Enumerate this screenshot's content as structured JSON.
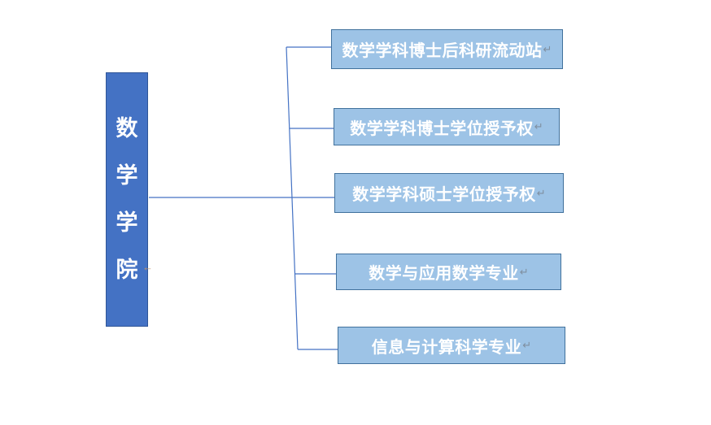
{
  "document": {
    "background_color": "#FFFFFF"
  },
  "diagram": {
    "connector_color": "#4472C4",
    "root": {
      "label": "数学学院",
      "chars": [
        "数",
        "学",
        "学",
        "院"
      ],
      "fill": "#4472C4",
      "border_color": "#2F5597",
      "text_color": "#FFFFFF",
      "paragraph_mark": "←",
      "paragraph_mark_color": "#C0936B"
    },
    "child_style": {
      "fill": "#9DC3E6",
      "border_color": "#41719C",
      "text_color": "#FFFFFF",
      "paragraph_mark": "↵",
      "paragraph_mark_color": "#7F8FA0"
    },
    "children": [
      {
        "label": "数学学科博士后科研流动站"
      },
      {
        "label": "数学学科博士学位授予权"
      },
      {
        "label": "数学学科硕士学位授予权"
      },
      {
        "label": "数学与应用数学专业"
      },
      {
        "label": "信息与计算科学专业"
      }
    ]
  }
}
